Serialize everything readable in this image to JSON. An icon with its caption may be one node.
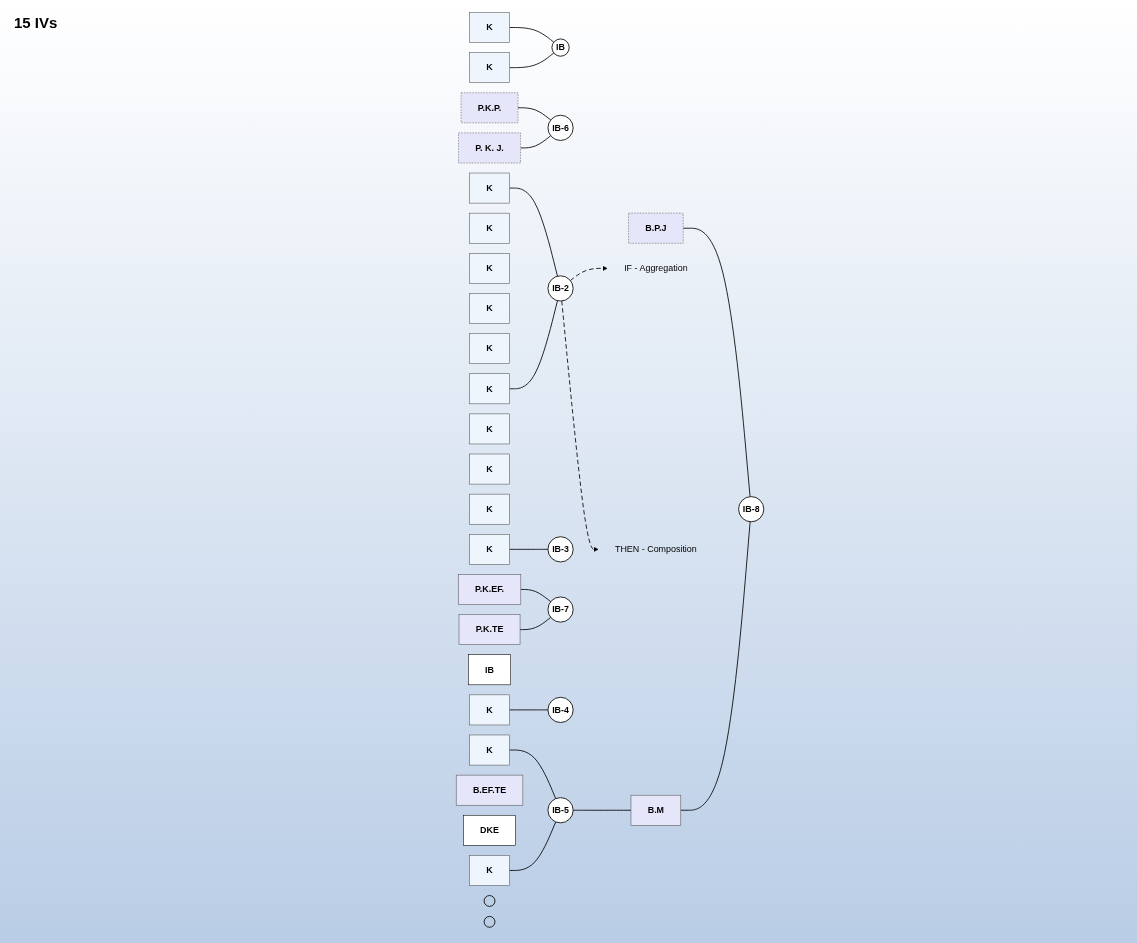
{
  "diagram": {
    "nodes": [
      {
        "text": [
          "K"
        ]
      },
      {
        "text": [
          "K"
        ]
      },
      {
        "text": [
          "K"
        ]
      },
      {
        "text": [
          "K"
        ]
      },
      {
        "text": [
          "K"
        ]
      },
      {
        "text": [
          "K"
        ]
      },
      {
        "text": [
          "K"
        ]
      },
      {
        "text": [
          "K"
        ]
      },
      {
        "text": [
          "K"
        ]
      },
      {
        "text": [
          "K"
        ]
      },
      {
        "text": [
          "K"
        ]
      },
      {
        "text": [
          "K"
        ]
      },
      {
        "text": [
          "K"
        ]
      },
      {
        "text": [
          "K"
        ]
      },
      {
        "text": [
          "K"
        ]
      },
      {
        "text": [
          "IB"
        ]
      },
      {
        "text": [
          "P.K.P."
        ]
      },
      {
        "text": [
          "IB-6"
        ]
      },
      {
        "text": [
          "B.P.J"
        ]
      },
      {
        "text": [
          "IB"
        ]
      },
      {
        "text": [
          "IB-2"
        ]
      },
      {
        "text": [
          "P. K. J."
        ]
      },
      {
        "text": [
          "IF -  Aggregation"
        ]
      },
      {
        "text": [
          "IB-3"
        ]
      },
      {
        "text": [
          "P.K.EF."
        ]
      },
      {
        "text": [
          "THEN  -  Composition"
        ]
      },
      {
        "text": [
          "IB-7"
        ]
      },
      {
        "text": [
          "B.EF.TE"
        ]
      },
      {
        "text": [
          "IB-8"
        ]
      },
      {
        "text": [
          "DKE"
        ]
      },
      {
        "text": [
          "IB-4"
        ]
      },
      {
        "text": [
          "P.K.TE"
        ]
      },
      {
        "text": [
          "IB-5"
        ]
      },
      {
        "text": [
          "B.M"
        ]
      },
      {
        "text": [],
        "shape": "circle"
      },
      {
        "text": [],
        "shape": "circle"
      }
    ],
    "edges": [
      {
        "from": 0,
        "to": 15,
        "arrow": "none"
      },
      {
        "from": 1,
        "to": 15,
        "arrow": "none"
      },
      {
        "from": 16,
        "to": 17,
        "arrow": "none"
      },
      {
        "from": 21,
        "to": 17,
        "arrow": "none"
      },
      {
        "from": 2,
        "to": 20,
        "arrow": "none"
      },
      {
        "from": 3,
        "to": 20,
        "arrow": "none"
      },
      {
        "from": 20,
        "to": 22,
        "arrow": "to",
        "style": "dashed"
      },
      {
        "from": 20,
        "to": 25,
        "arrow": "to",
        "style": "dashed"
      },
      {
        "from": 4,
        "to": 23,
        "arrow": "none"
      },
      {
        "from": 24,
        "to": 26,
        "arrow": "none"
      },
      {
        "from": 31,
        "to": 26,
        "arrow": "none"
      },
      {
        "from": 18,
        "to": 28,
        "arrow": "none"
      },
      {
        "from": 33,
        "to": 28,
        "arrow": "none"
      },
      {
        "from": 9,
        "to": 30,
        "arrow": "none"
      },
      {
        "from": 13,
        "to": 32,
        "arrow": "none"
      },
      {
        "from": 14,
        "to": 32,
        "arrow": "none"
      },
      {
        "from": 32,
        "to": 33,
        "arrow": "none"
      }
    ],
    "labels": [
      "15 IVs"
    ]
  }
}
